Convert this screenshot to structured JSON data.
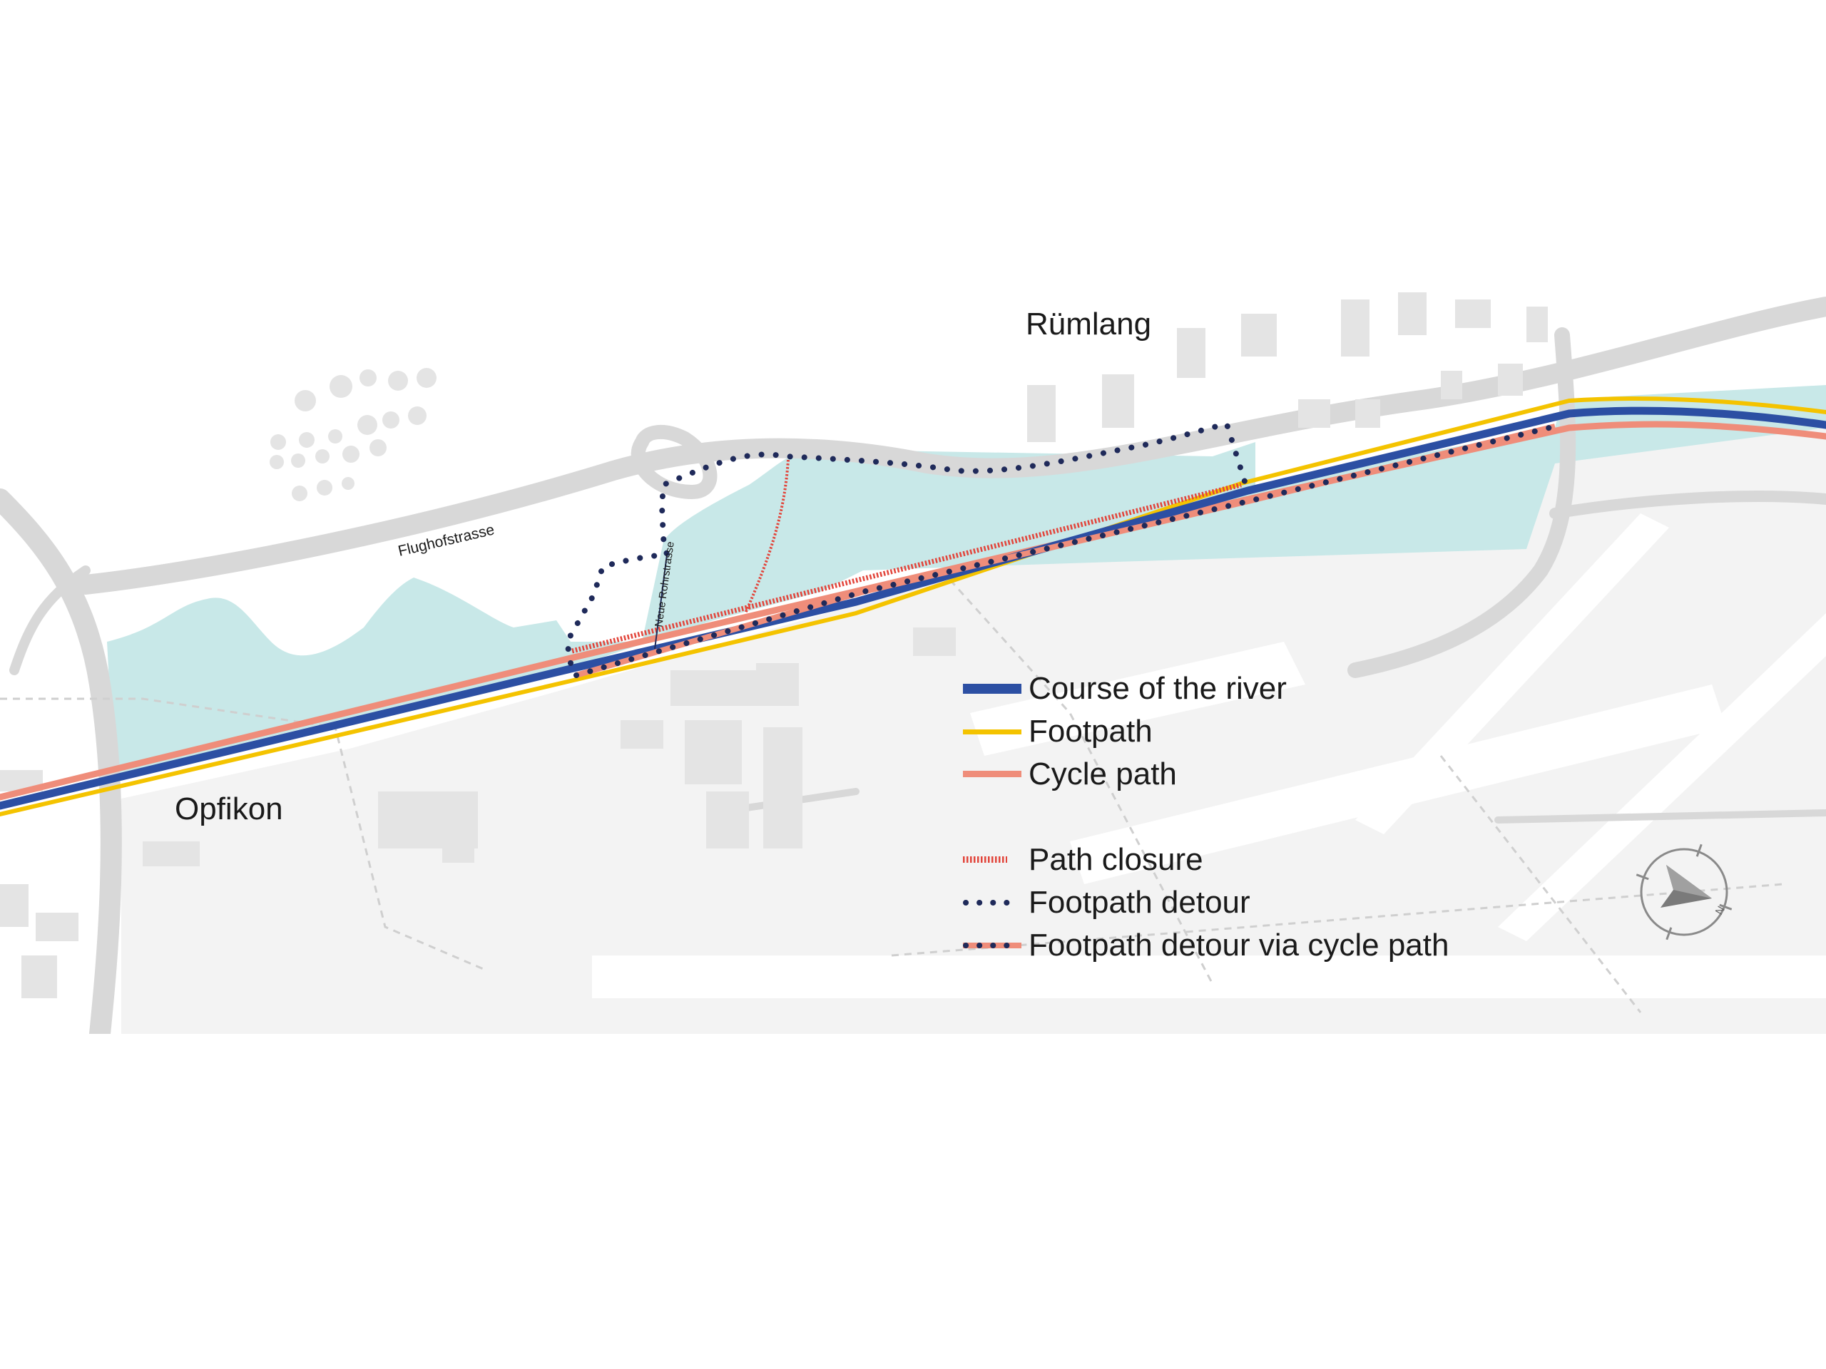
{
  "places": {
    "ruemlang": "Rümlang",
    "opfikon": "Opfikon"
  },
  "streets": {
    "flughofstrasse": "Flughofstrasse",
    "neue_rohrstrasse": "Neue Rohrstrasse"
  },
  "legend": [
    {
      "id": "river",
      "label": "Course of the river",
      "color": "#2c4fa3",
      "style": "solid"
    },
    {
      "id": "footpath",
      "label": "Footpath",
      "color": "#f4c300",
      "style": "solid"
    },
    {
      "id": "cycle",
      "label": "Cycle path",
      "color": "#ef8d7a",
      "style": "solid"
    },
    {
      "id": "closure",
      "label": "Path closure",
      "color": "#e2453b",
      "style": "hatched"
    },
    {
      "id": "detour",
      "label": "Footpath detour",
      "color": "#1f2a5a",
      "style": "dotted"
    },
    {
      "id": "detour_cycle",
      "label": "Footpath detour via cycle path",
      "color": "#1f2a5a",
      "style": "dotted-on-salmon"
    }
  ],
  "compass": {
    "north_label": "N",
    "icon": "compass-icon"
  },
  "colors": {
    "water_area": "#c8e8e8",
    "road": "#d6d6d6",
    "building": "#e6e6e6",
    "ground": "#f4f4f4",
    "river": "#2c4fa3",
    "footpath": "#f4c300",
    "cycle_path": "#ef8d7a",
    "closure": "#e2453b",
    "detour": "#1f2a5a"
  }
}
